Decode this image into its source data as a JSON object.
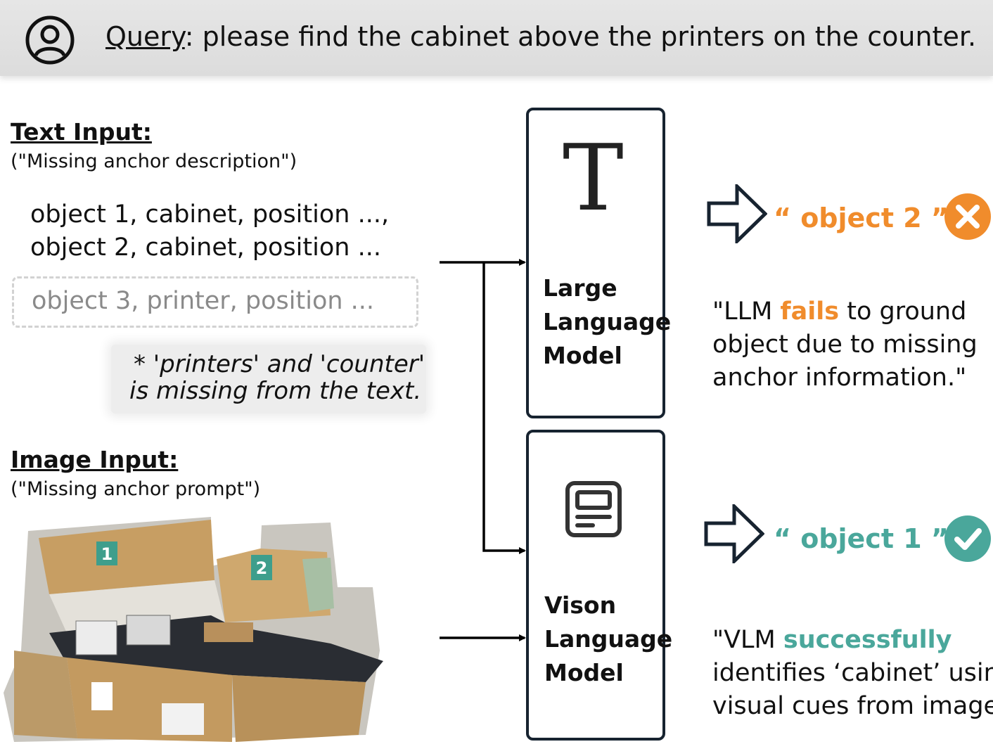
{
  "query": {
    "label": "Query",
    "text": ": please find the cabinet above the printers on the counter."
  },
  "text_input": {
    "heading": "Text Input:",
    "note": "(\"Missing anchor description\")",
    "objects": [
      "object 1, cabinet, position ...,",
      "object 2, cabinet, position ..."
    ],
    "missing_object": "object 3, printer,  position ...",
    "missing_note_line1": "* 'printers' and 'counter'",
    "missing_note_line2": "is missing from the text."
  },
  "image_input": {
    "heading": "Image Input:",
    "note": "(\"Missing anchor prompt\")",
    "markers": [
      "1",
      "2"
    ]
  },
  "llm": {
    "glyph": "T",
    "label_lines": [
      "Large",
      "Language",
      "Model"
    ]
  },
  "vlm": {
    "label_lines": [
      "Vison",
      "Language",
      "Model"
    ]
  },
  "llm_result": {
    "answer": "“ object 2 ”",
    "status_icon": "cross-circle-icon",
    "explain_prefix": "\"LLM ",
    "explain_highlight": "fails",
    "explain_suffix": " to ground",
    "explain_line2": "object due to missing",
    "explain_line3": "anchor information.\""
  },
  "vlm_result": {
    "answer": "“ object 1 ”",
    "status_icon": "check-circle-icon",
    "explain_prefix": "\"VLM ",
    "explain_highlight": "successfully",
    "explain_line2": "identifies ‘cabinet’ using",
    "explain_line3": "visual cues from image.\""
  },
  "colors": {
    "fail": "#f08c2c",
    "success": "#4aa79b",
    "box_border": "#172330",
    "marker_bg": "#3e9e8c"
  }
}
